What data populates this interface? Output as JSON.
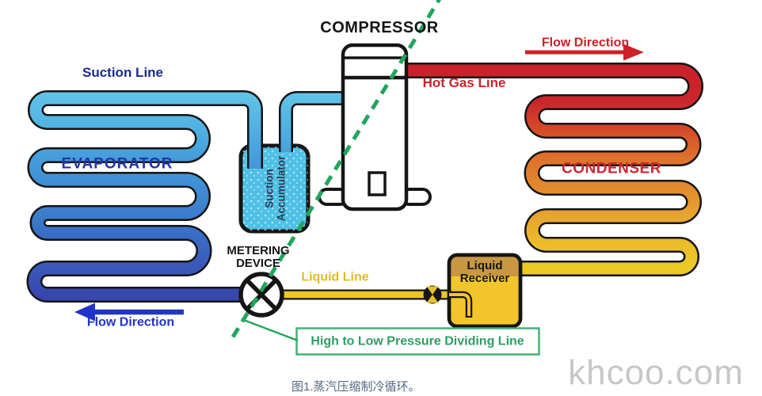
{
  "figure": {
    "caption": "图1.蒸汽压缩制冷循环。",
    "watermark": "khcoo.com"
  },
  "labels": {
    "compressor": "COMPRESSOR",
    "evaporator": "EVAPORATOR",
    "condenser": "CONDENSER",
    "suction_line": "Suction Line",
    "hot_gas_line": "Hot Gas Line",
    "liquid_line": "Liquid Line",
    "metering_device_line1": "METERING",
    "metering_device_line2": "DEVICE",
    "liquid_receiver_line1": "Liquid",
    "liquid_receiver_line2": "Receiver",
    "suction_accumulator_line1": "Suction",
    "suction_accumulator_line2": "Accumulator",
    "dividing_line": "High to Low Pressure Dividing Line",
    "flow_direction_condenser": "Flow Direction",
    "flow_direction_evaporator": "Flow Direction"
  },
  "colors": {
    "outline_black": "#151515",
    "green_line": "#22a55c",
    "green_box_border": "#43b273",
    "tank_fill": "#4fc0e5",
    "receiver_fill": "#f2c52b",
    "receiver_band": "#c28e46",
    "liquid_pipe": "#ecc826",
    "valve_yellow": "#e8c02b",
    "flow_red": "#cc2127",
    "flow_blue": "#2034cb",
    "evap_grad": [
      "#63c6e9",
      "#53b4e2",
      "#459ddb",
      "#4090d6",
      "#3d7ecd",
      "#3a6cc4",
      "#3a57b8",
      "#3747ae"
    ],
    "cond_grad": [
      "#c8222a",
      "#ca262b",
      "#d44c28",
      "#df712c",
      "#e28a2e",
      "#e7a52f",
      "#eabd29",
      "#ecca24"
    ]
  }
}
